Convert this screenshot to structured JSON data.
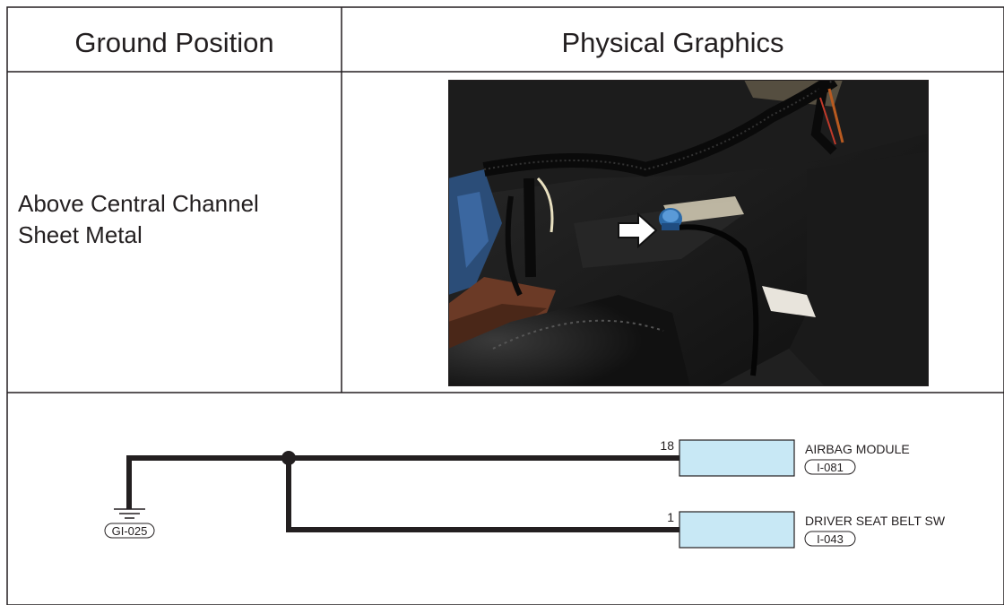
{
  "header": {
    "col1": "Ground Position",
    "col2": "Physical Graphics"
  },
  "row": {
    "location_line1": "Above Central Channel",
    "location_line2": "Sheet Metal"
  },
  "photo": {
    "description_icon": "ground-bolt-photo"
  },
  "diagram": {
    "ground_label": "GI-025",
    "connections": [
      {
        "pin": "18",
        "name": "AIRBAG MODULE",
        "connector": "I-081"
      },
      {
        "pin": "1",
        "name": "DRIVER SEAT BELT SW",
        "connector": "I-043"
      }
    ],
    "wire_color": "#231f20",
    "box_color": "#c8e8f5"
  }
}
